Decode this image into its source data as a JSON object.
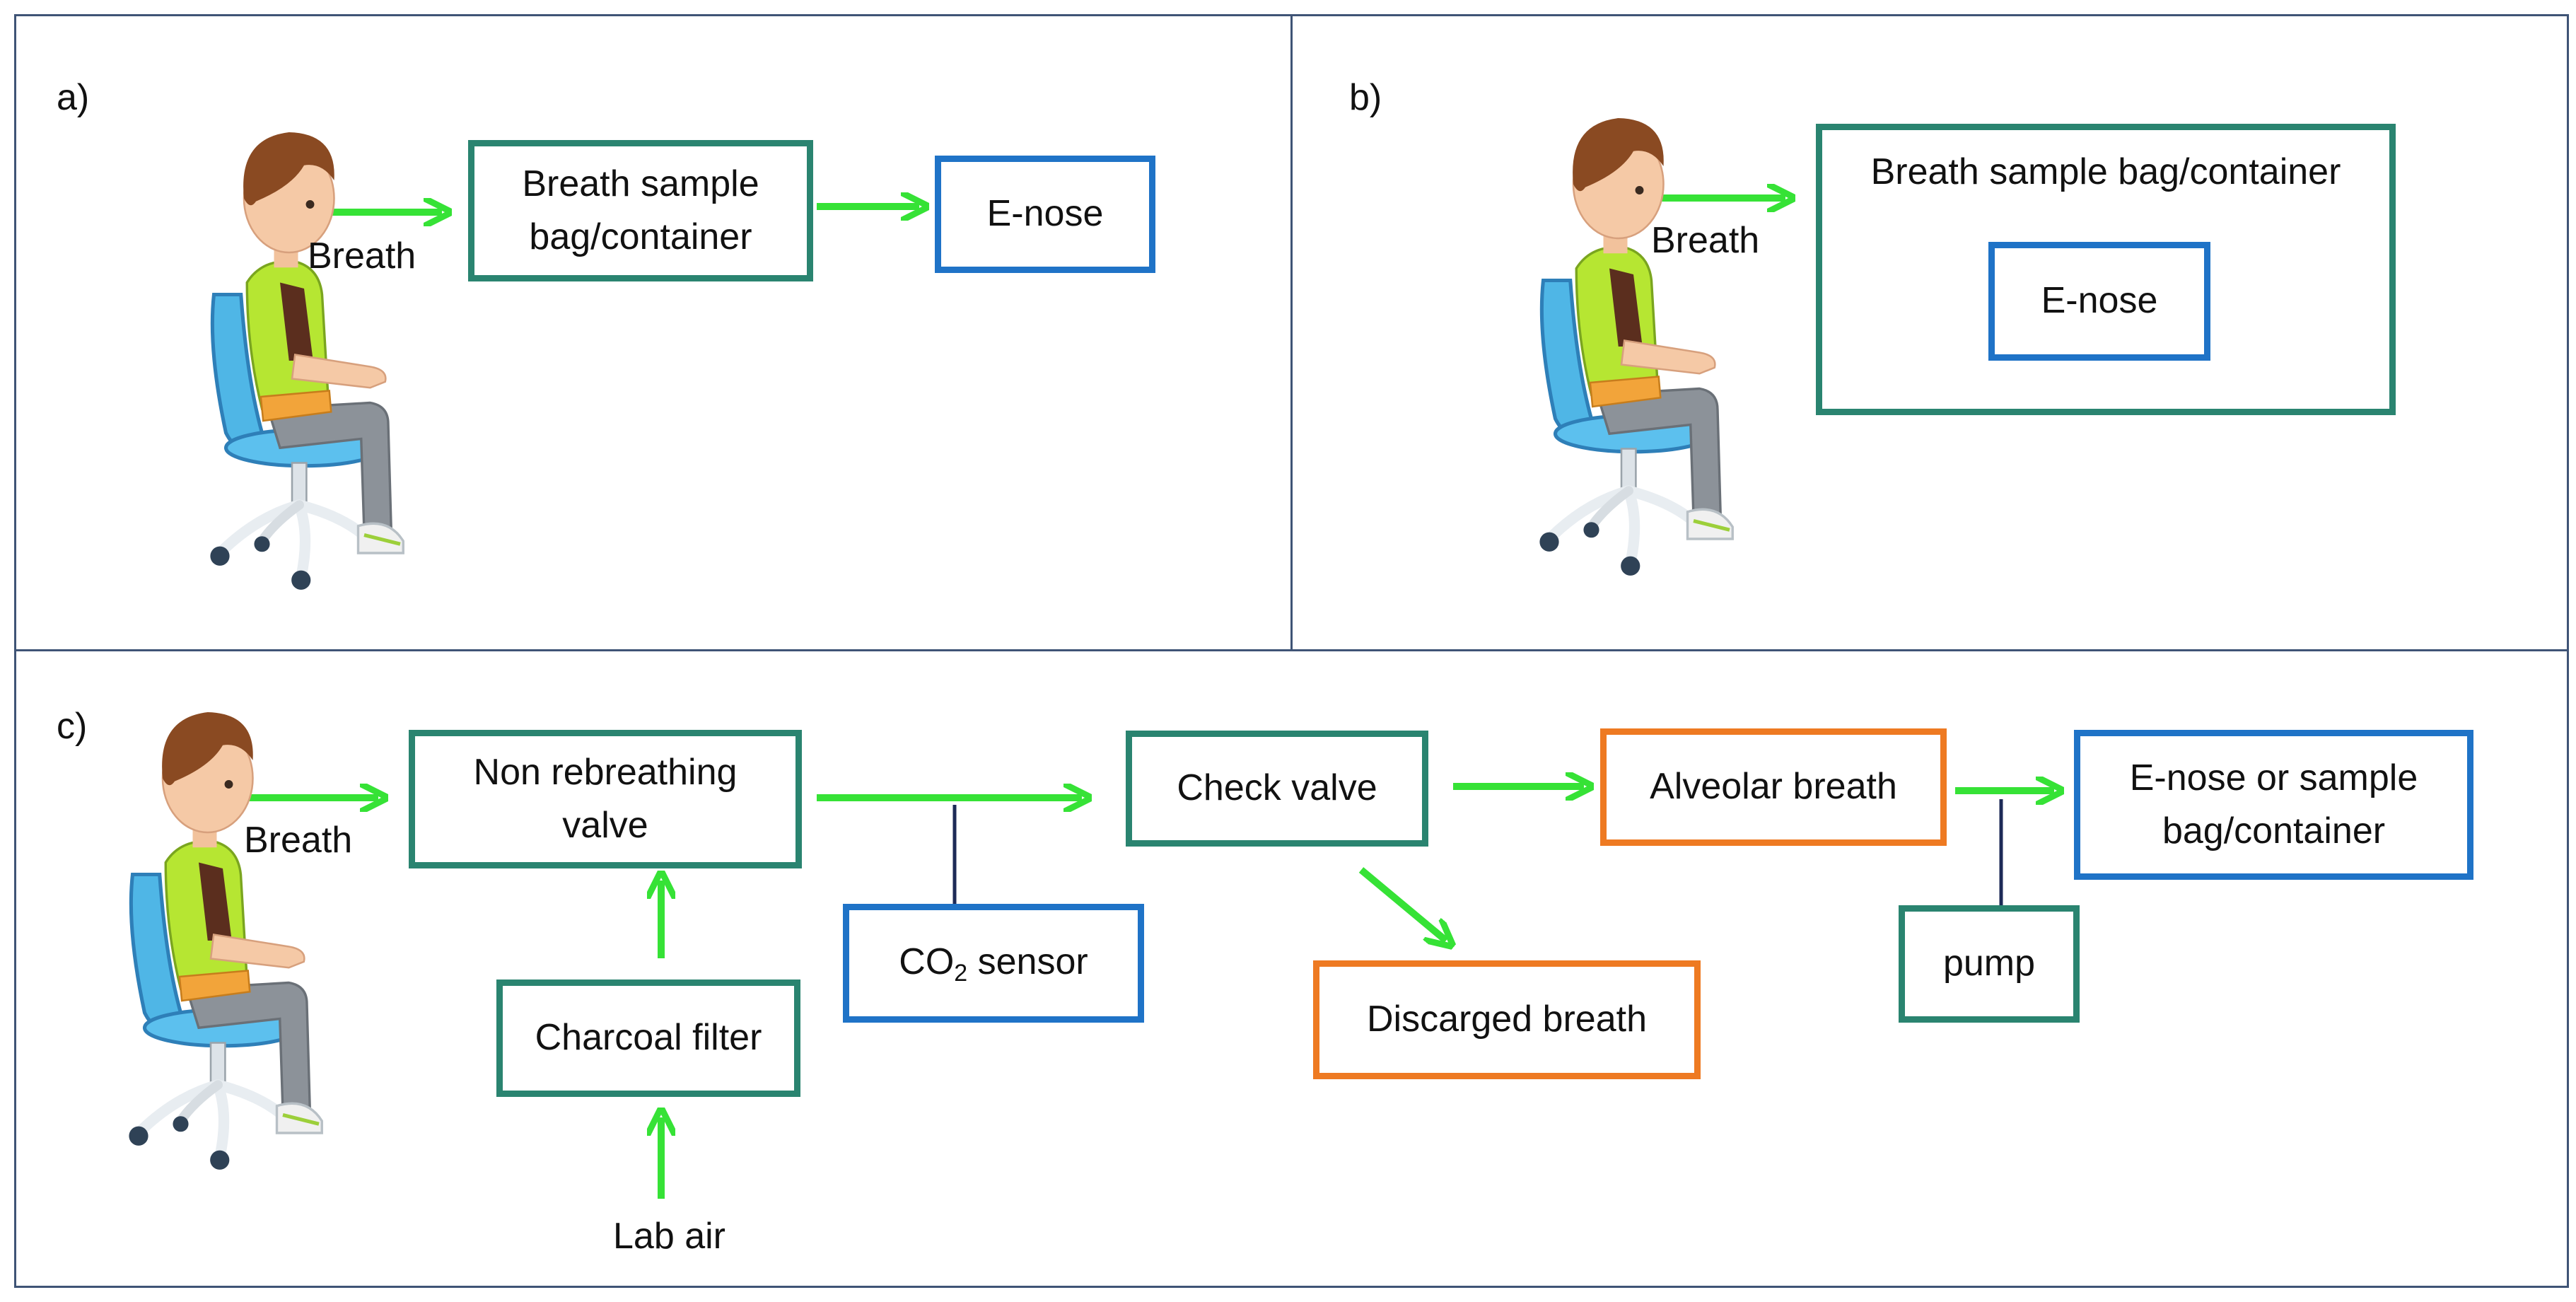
{
  "panels": {
    "a": {
      "label": "a)",
      "breath_label": "Breath",
      "bag_line1": "Breath sample",
      "bag_line2": "bag/container",
      "enose": "E-nose"
    },
    "b": {
      "label": "b)",
      "breath_label": "Breath",
      "bag": "Breath sample bag/container",
      "enose": "E-nose"
    },
    "c": {
      "label": "c)",
      "breath_label": "Breath",
      "nonrebreathing_line1": "Non rebreathing",
      "nonrebreathing_line2": "valve",
      "charcoal_filter": "Charcoal filter",
      "lab_air": "Lab air",
      "co2_prefix": "CO",
      "co2_subscript": "2",
      "co2_suffix": " sensor",
      "check_valve": "Check valve",
      "discarded": "Discarged breath",
      "alveolar": "Alveolar breath",
      "pump": "pump",
      "enose_line1": "E-nose or sample",
      "enose_line2": "bag/container"
    }
  },
  "colors": {
    "frame": "#3f5476",
    "teal_box": "#2a8470",
    "blue_box": "#1f73c7",
    "orange_box": "#ee7a22",
    "arrow": "#36e236",
    "connector": "#1d2a57"
  },
  "icons": {
    "person": "seated-person-on-office-chair-icon",
    "arrow": "green-arrow-icon"
  }
}
